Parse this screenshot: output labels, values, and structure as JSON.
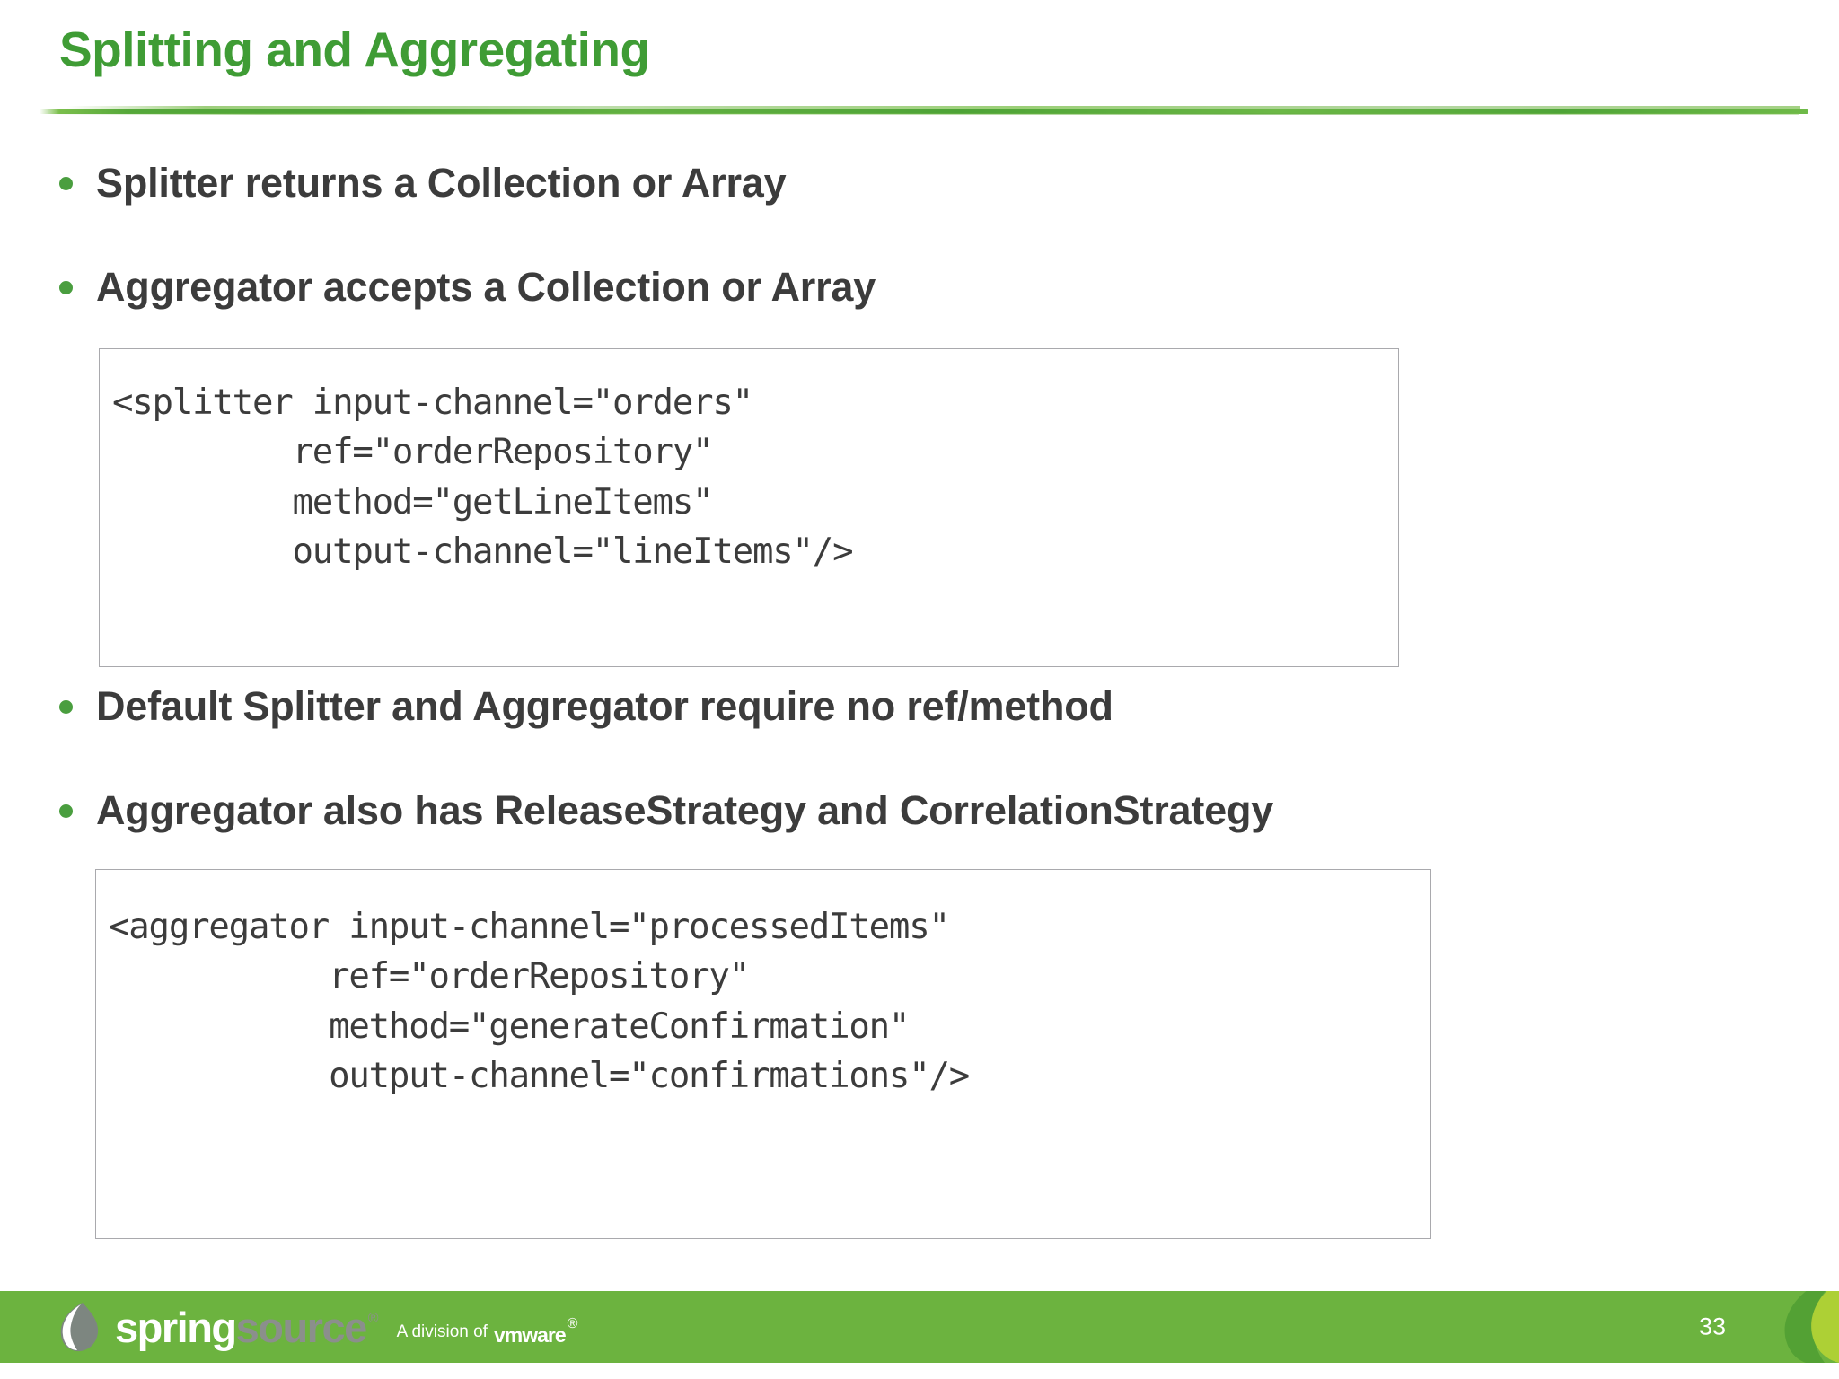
{
  "slide": {
    "title": "Splitting and Aggregating",
    "title_color": "#3f9c35",
    "accent_color": "#6cb33f",
    "text_color": "#3c3c3c",
    "bullet_color": "#4a9e3f"
  },
  "bullets": [
    {
      "text": "Splitter returns a Collection or Array"
    },
    {
      "text": "Aggregator accepts a Collection or Array"
    },
    {
      "text": "Default Splitter and Aggregator require no ref/method"
    },
    {
      "text": "Aggregator also has ReleaseStrategy and CorrelationStrategy"
    }
  ],
  "code_blocks": [
    {
      "name": "splitter-snippet",
      "code": "<splitter input-channel=\"orders\"\n         ref=\"orderRepository\"\n         method=\"getLineItems\"\n         output-channel=\"lineItems\"/>"
    },
    {
      "name": "aggregator-snippet",
      "code": "<aggregator input-channel=\"processedItems\"\n           ref=\"orderRepository\"\n           method=\"generateConfirmation\"\n           output-channel=\"confirmations\"/>"
    }
  ],
  "footer": {
    "brand_primary": "spring",
    "brand_secondary": "source",
    "trademark": "®",
    "division_text": "A division of",
    "parent_brand": "vmware",
    "parent_trademark": "®",
    "page_number": "33",
    "background_color": "#6cb33f"
  }
}
